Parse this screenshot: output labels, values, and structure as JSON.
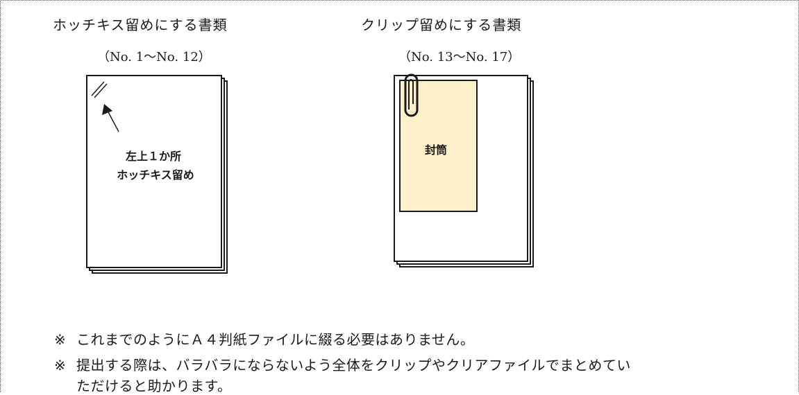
{
  "stapled": {
    "heading": "ホッチキス留めにする書類",
    "range": "（No. 1〜No. 12）",
    "annotation_line1": "左上１か所",
    "annotation_line2": "ホッチキス留め"
  },
  "clipped": {
    "heading": "クリップ留めにする書類",
    "range": "（No. 13〜No. 17）",
    "envelope_label": "封筒",
    "envelope_color": "#fdefc8"
  },
  "notes": {
    "mark": "※",
    "note1": "これまでのようにＡ４判紙ファイルに綴る必要はありません。",
    "note2_line1": "提出する際は、バラバラにならないよう全体をクリップやクリアファイルでまとめてい",
    "note2_line2": "ただけると助かります。"
  }
}
